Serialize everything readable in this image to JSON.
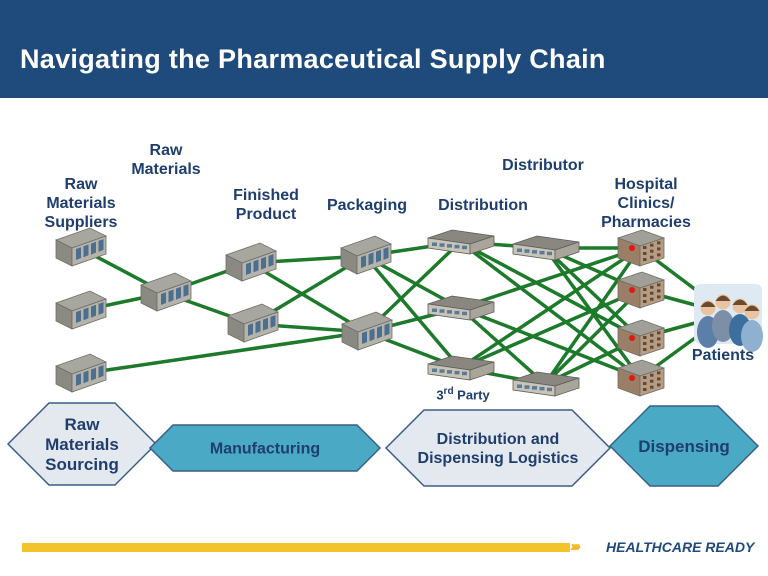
{
  "header": {
    "title": "Navigating the Pharmaceutical Supply Chain"
  },
  "labels": {
    "raw_materials_suppliers": "Raw\nMaterials\nSuppliers",
    "raw_materials": "Raw\nMaterials",
    "finished_product": "Finished\nProduct",
    "packaging": "Packaging",
    "distribution": "Distribution",
    "distributor": "Distributor",
    "hospital": "Hospital\nClinics/\nPharmacies",
    "patients": "Patients",
    "third_party_num": "3",
    "third_party_sup": "rd",
    "third_party_word": " Party"
  },
  "stages": [
    {
      "label": "Raw\nMaterials\nSourcing",
      "fill": "#e4e8ef"
    },
    {
      "label": "Manufacturing",
      "fill": "#4aa9c4"
    },
    {
      "label": "Distribution and\nDispensing Logistics",
      "fill": "#e4e8ef"
    },
    {
      "label": "Dispensing",
      "fill": "#4aa9c4"
    }
  ],
  "footer": {
    "brand": "HEALTHCARE READY",
    "chevrons": "››››"
  },
  "colors": {
    "header": "#1f4a7c",
    "link": "#1c7a2a",
    "label": "#1f3e6e",
    "accent": "#f2c32a",
    "hospital_dot": "#e01818"
  },
  "icons": {
    "building": "warehouse-building-icon",
    "warehouse": "flat-warehouse-icon",
    "hospital": "hospital-building-icon",
    "patients": "patients-group-icon"
  }
}
